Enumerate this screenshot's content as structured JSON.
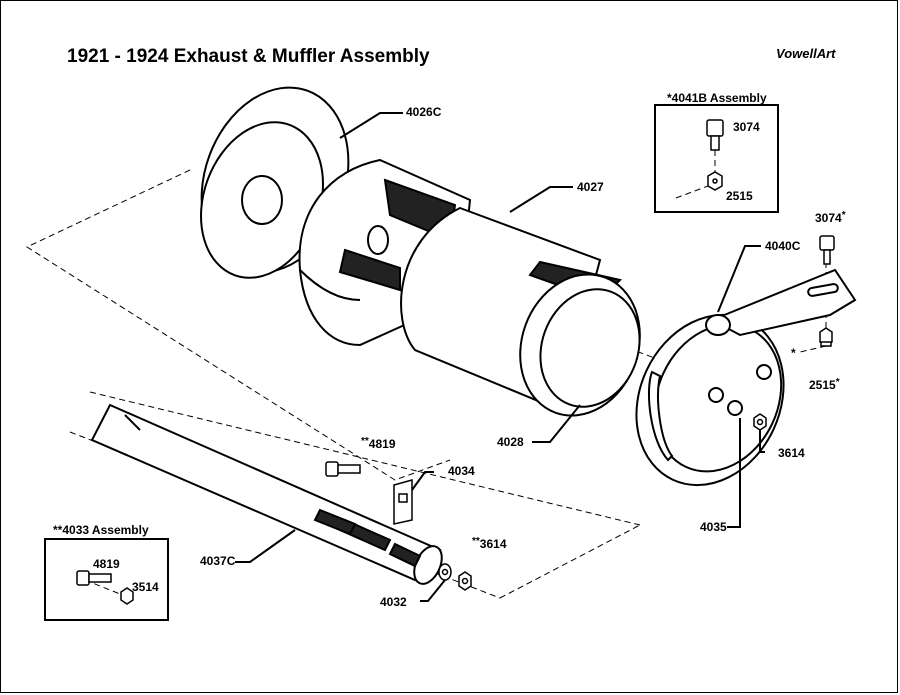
{
  "title": "1921 - 1924 Exhaust & Muffler Assembly",
  "brand": "VowellArt",
  "assemblies": {
    "a4041b": {
      "title": "*4041B Assembly",
      "bolt": "3074",
      "nut": "2515"
    },
    "a4033": {
      "title": "**4033 Assembly",
      "bolt": "4819",
      "nut": "3514"
    }
  },
  "parts": {
    "p4026c": "4026C",
    "p4027": "4027",
    "p4028": "4028",
    "p4040c": "4040C",
    "p3074": "3074",
    "p3074_mark": "*",
    "p2515": "2515",
    "p2515_mark": "*",
    "p_star": "*",
    "p3614": "3614",
    "p4035": "4035",
    "p4819_mark": "**",
    "p4819": "4819",
    "p4034": "4034",
    "p4037c": "4037C",
    "p3614b_mark": "**",
    "p3614b": "3614",
    "p4032": "4032"
  }
}
